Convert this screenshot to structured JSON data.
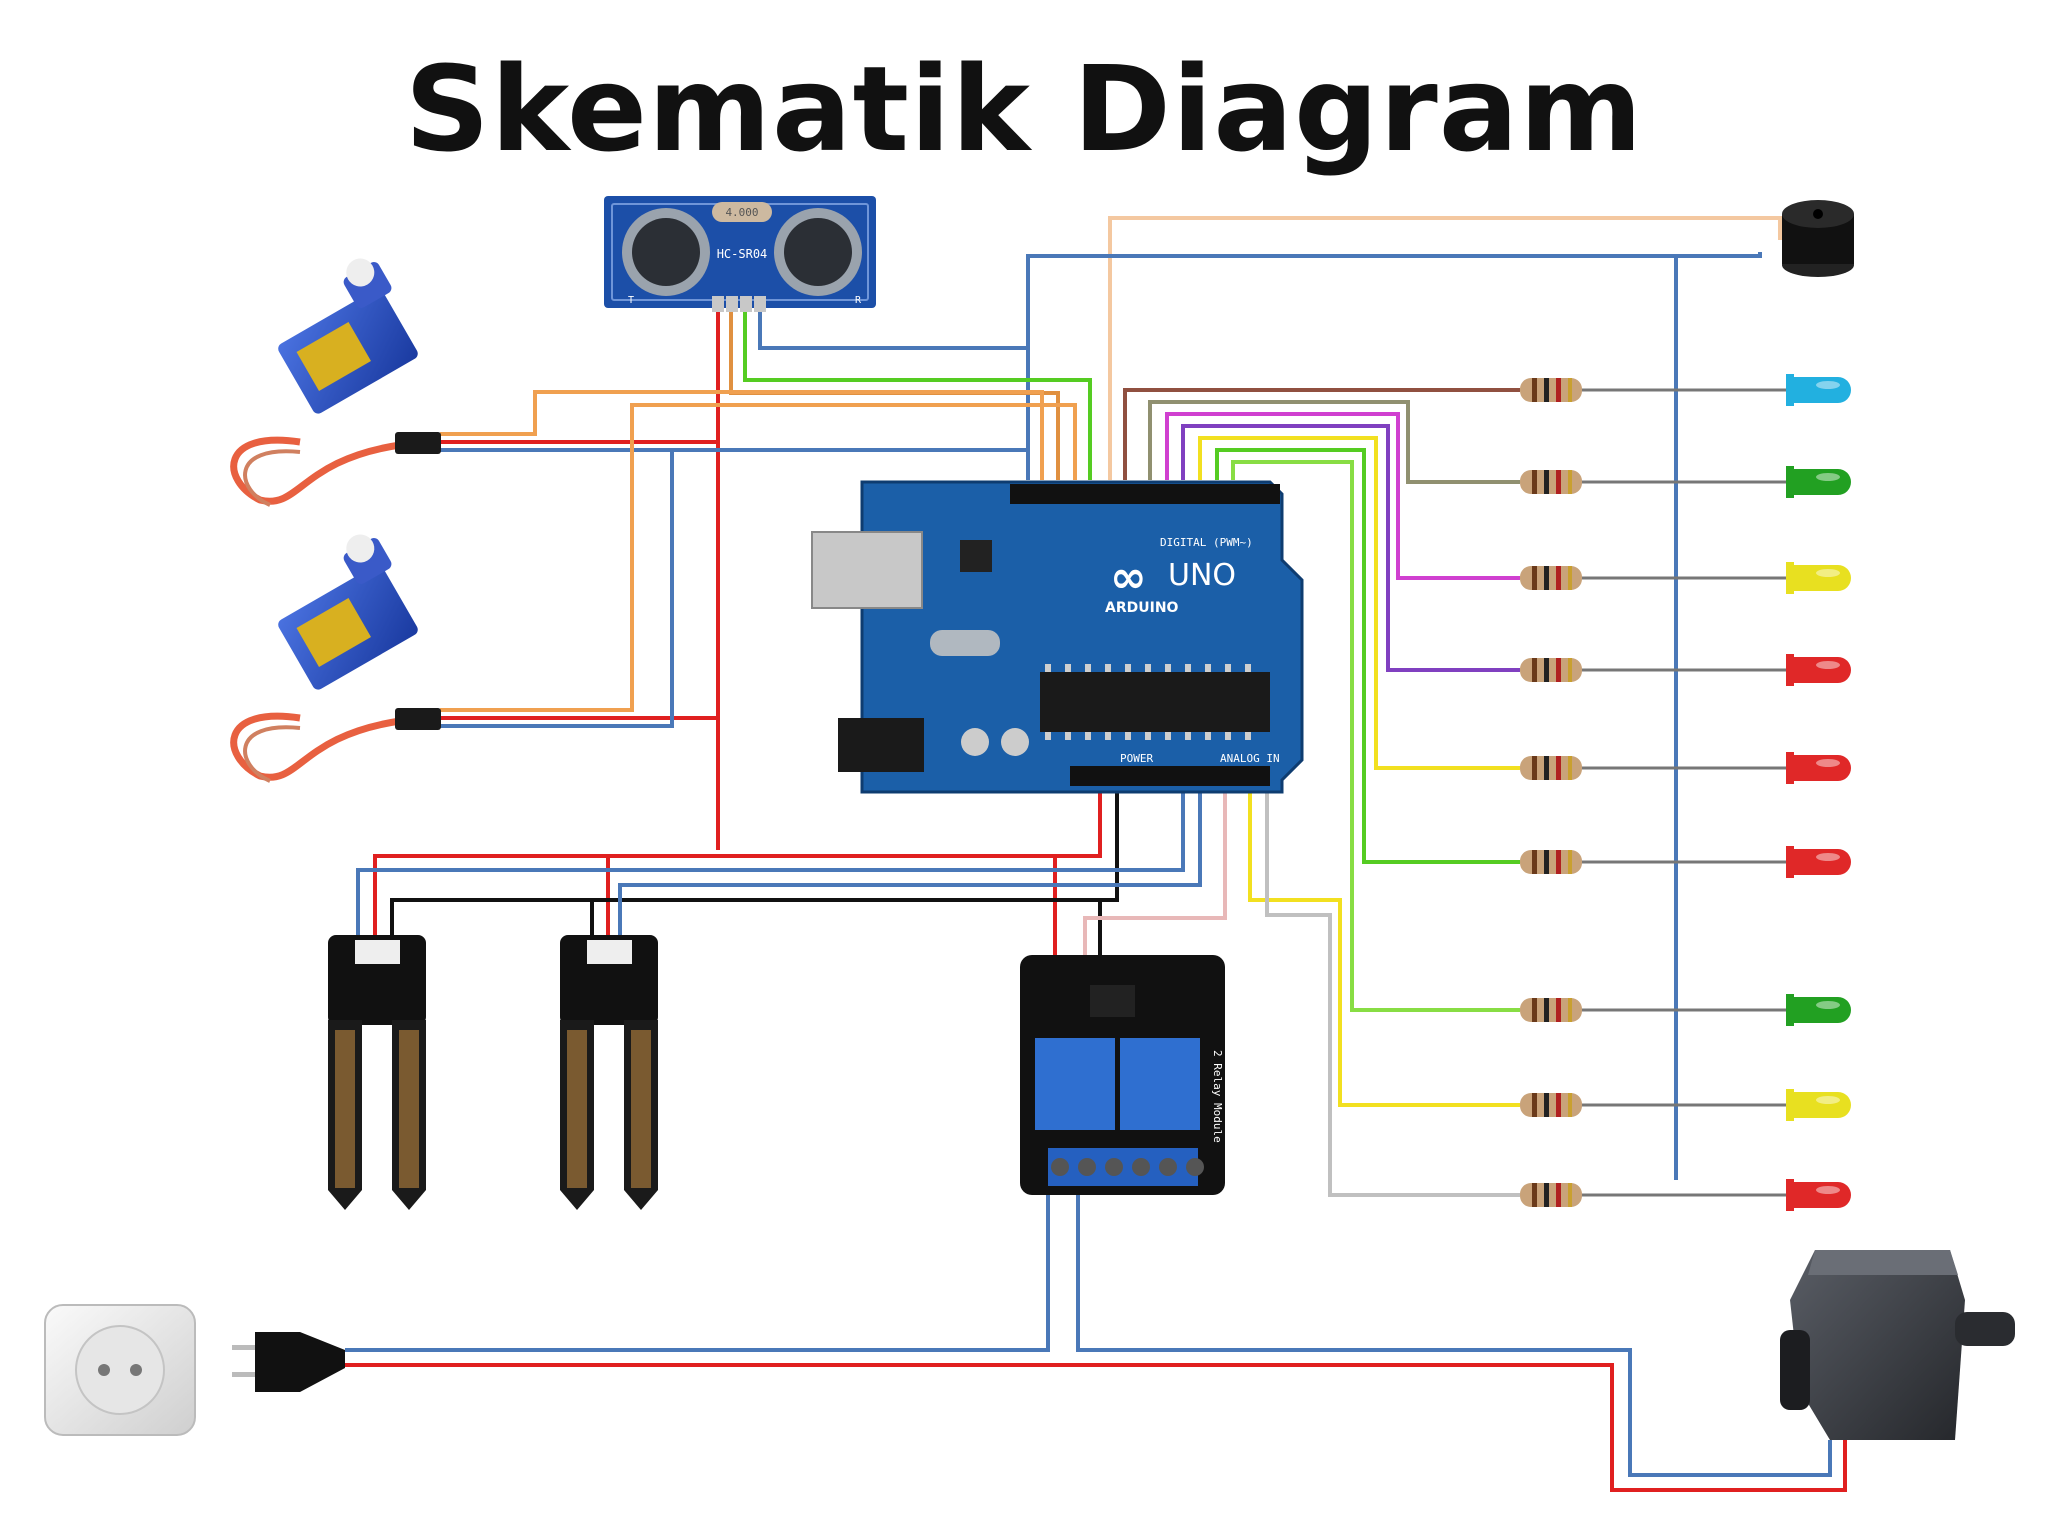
{
  "title": "Skematik Diagram",
  "components": {
    "ultrasonic": {
      "model": "HC-SR04",
      "crystal": "4.000",
      "left_mark": "T",
      "right_mark": "R"
    },
    "arduino": {
      "brand": "ARDUINO",
      "model": "UNO",
      "digital_label": "DIGITAL (PWM~)",
      "analog_label": "ANALOG IN",
      "power_label": "POWER"
    },
    "relay": {
      "label": "2 Relay Module"
    }
  },
  "colors": {
    "red": "#e02020",
    "blue": "#4a78b8",
    "orange": "#f0a050",
    "peach": "#f4c8a0",
    "green": "#55cc22",
    "lime": "#88dd44",
    "yellow": "#f2e020",
    "magenta": "#d040d0",
    "purple": "#8040c0",
    "brown": "#905040",
    "black": "#111111",
    "pink": "#e8b8b8",
    "gray": "#c0c0c0",
    "board": "#1b5fa8"
  },
  "leds": [
    {
      "color": "#22b0e0"
    },
    {
      "color": "#22a022"
    },
    {
      "color": "#e8e020"
    },
    {
      "color": "#e02828"
    },
    {
      "color": "#e02828"
    },
    {
      "color": "#e02828"
    },
    {
      "color": "#22a022"
    },
    {
      "color": "#e8e020"
    },
    {
      "color": "#e02828"
    }
  ]
}
